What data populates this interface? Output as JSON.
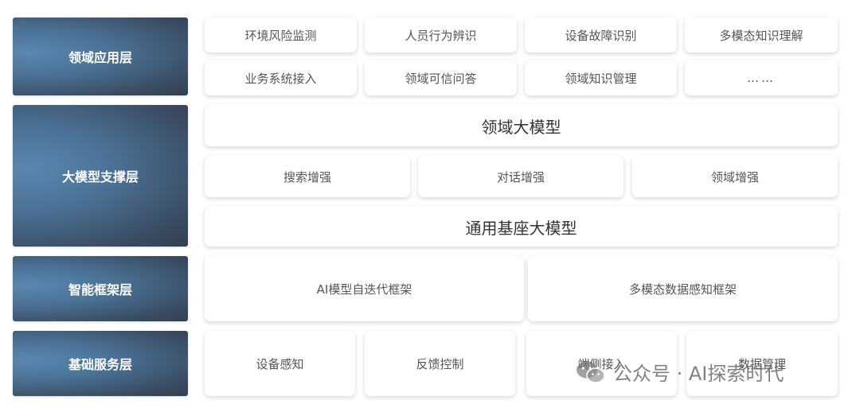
{
  "layers": [
    {
      "label": "领域应用层"
    },
    {
      "label": "大模型支撑层"
    },
    {
      "label": "智能框架层"
    },
    {
      "label": "基础服务层"
    }
  ],
  "application": {
    "row1": [
      "环境风险监测",
      "人员行为辨识",
      "设备故障识别",
      "多模态知识理解"
    ],
    "row2": [
      "业务系统接入",
      "领域可信问答",
      "领域知识管理",
      "……"
    ]
  },
  "model_support": {
    "domain_model": "领域大模型",
    "enhancements": [
      "搜索增强",
      "对话增强",
      "领域增强"
    ],
    "base_model": "通用基座大模型"
  },
  "framework": [
    "AI模型自迭代框架",
    "多模态数据感知框架"
  ],
  "services": [
    "设备感知",
    "反馈控制",
    "端侧接入",
    "数据管理"
  ],
  "watermark": {
    "text": "公众号 · AI探索时代",
    "icon": "wechat-icon"
  }
}
